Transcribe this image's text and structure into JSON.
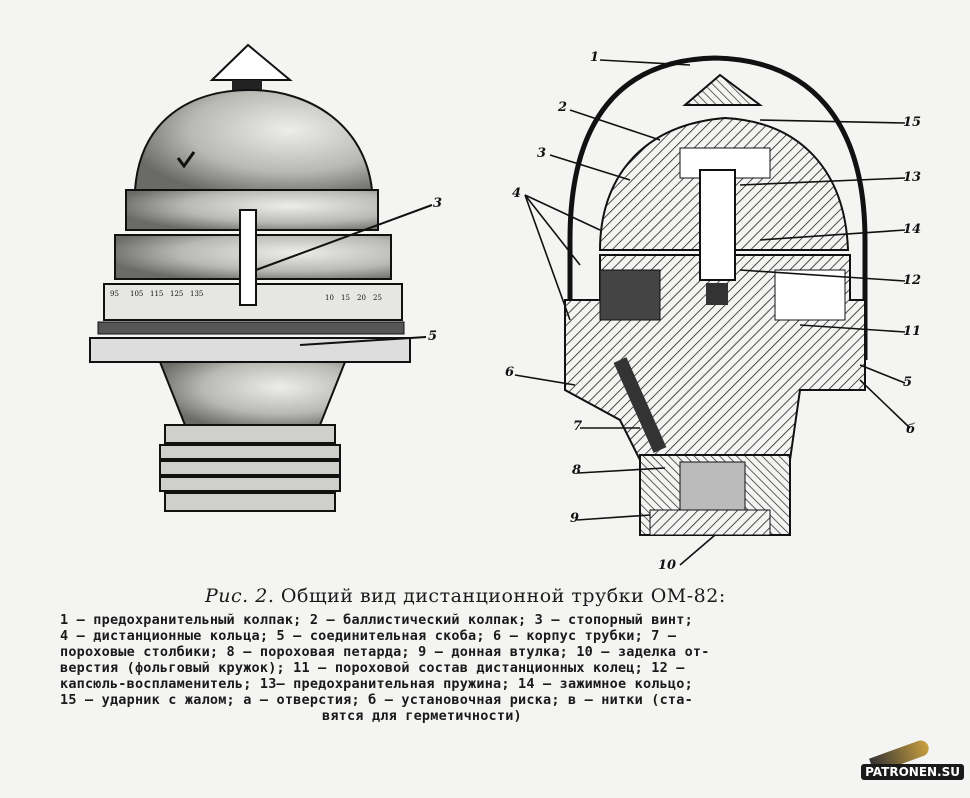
{
  "figure": {
    "caption_prefix": "Рис. 2.",
    "caption_title": "Общий вид дистанционной трубки ОМ-82:",
    "legend_lines": [
      "1 — предохранительный колпак; 2 — баллистический колпак; 3 — стопорный винт;",
      "4 — дистанционные кольца; 5 — соединительная скоба; 6 — корпус трубки; 7 —",
      "пороховые столбики; 8 — пороховая петарда; 9 — донная втулка; 10 — заделка от-",
      "верстия (фольговый кружок); 11 — пороховой состав дистанционных колец; 12 —",
      "капсюль-воспламенитель; 13— предохранительная пружина; 14 — зажимное кольцо;",
      "15 — ударник с жалом; а — отверстия; б — установочная риска; в — нитки (ста-",
      "вятся для герметичности)"
    ],
    "left_view_labels": [
      "3",
      "5"
    ],
    "section_labels_left": [
      "1",
      "2",
      "3",
      "4",
      "6",
      "7",
      "8",
      "9",
      "10"
    ],
    "section_labels_right": [
      "15",
      "13",
      "14",
      "12",
      "11",
      "5",
      "б"
    ],
    "scale_marks": [
      "95",
      "105",
      "115",
      "125",
      "135",
      "10",
      "15",
      "20",
      "25"
    ]
  },
  "watermark": "PATRONEN.SU",
  "colors": {
    "paper": "#f4f4f2",
    "ink": "#1a1a1a"
  }
}
